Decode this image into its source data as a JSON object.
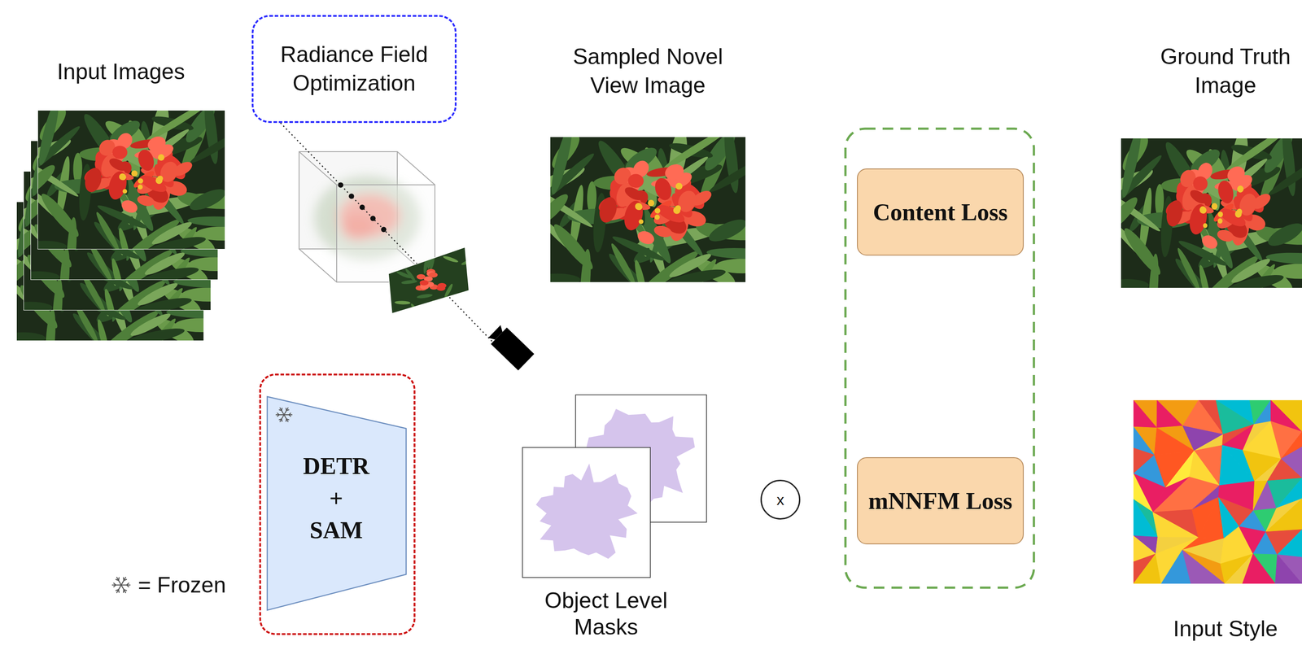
{
  "diagram": {
    "nodes": [
      {
        "text": [
          "Input Images"
        ]
      },
      {
        "text": [
          "Radiance Field Optimization"
        ]
      },
      {
        "text": [
          "Sampled Novel View Image"
        ]
      },
      {
        "text": [
          "Content Loss"
        ]
      },
      {
        "text": [
          "Ground Truth Image"
        ]
      },
      {
        "text": [
          "DETR + SAM"
        ]
      },
      {
        "text": [
          "Object Level Masks"
        ]
      },
      {
        "text": [
          "x"
        ]
      },
      {
        "text": [
          "mNNFM Loss"
        ]
      },
      {
        "text": [
          "Input Style"
        ]
      }
    ],
    "edges": [
      {
        "from": 0,
        "to": 1,
        "arrow": "to"
      },
      {
        "from": 1,
        "to": 2,
        "arrow": "to"
      },
      {
        "from": 2,
        "to": 3,
        "arrow": "to"
      },
      {
        "from": 4,
        "to": 3,
        "arrow": "to"
      },
      {
        "from": 0,
        "to": 5,
        "arrow": "to"
      },
      {
        "from": 5,
        "to": 6,
        "arrow": "to"
      },
      {
        "from": 6,
        "to": 7,
        "arrow": "to"
      },
      {
        "from": 2,
        "to": 7,
        "arrow": "to"
      },
      {
        "from": 7,
        "to": 8,
        "arrow": "to"
      },
      {
        "from": 9,
        "to": 8,
        "arrow": "to"
      }
    ],
    "legend": [
      {
        "text": "= Frozen"
      }
    ]
  }
}
